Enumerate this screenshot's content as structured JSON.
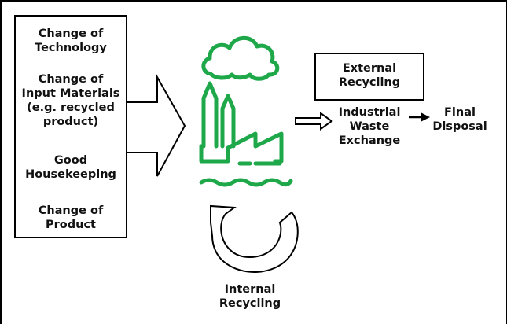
{
  "input_box": {
    "items": [
      {
        "line1": "Change of",
        "line2": "Technology"
      },
      {
        "line1": "Change of",
        "line2": "Input Materials",
        "line3": "(e.g. recycled",
        "line4": "product)"
      },
      {
        "line1": "Good",
        "line2": "Housekeeping"
      },
      {
        "line1": "Change of",
        "line2": "Product"
      }
    ]
  },
  "external_recycling": {
    "line1": "External",
    "line2": "Recycling"
  },
  "industrial_waste_exchange": {
    "line1": "Industrial",
    "line2": "Waste",
    "line3": "Exchange"
  },
  "final_disposal": {
    "line1": "Final",
    "line2": "Disposal"
  },
  "internal_recycling": {
    "line1": "Internal",
    "line2": "Recycling"
  },
  "colors": {
    "factory": "#1ea84a",
    "lines": "#000000",
    "text": "#111111"
  }
}
